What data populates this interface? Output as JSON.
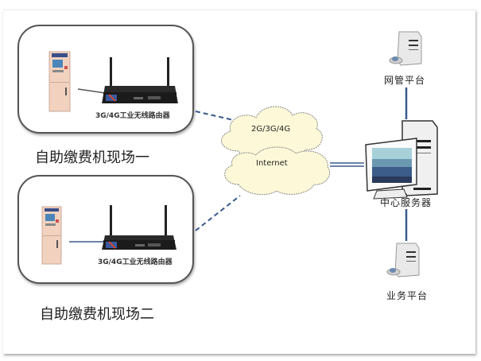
{
  "diagram": {
    "sites": [
      {
        "label": "自助缴费机现场一",
        "router_label": "3G/4G工业无线路由器",
        "kiosk": "self-service-kiosk",
        "router": "industrial-4g-router"
      },
      {
        "label": "自助缴费机现场二",
        "router_label": "3G/4G工业无线路由器",
        "kiosk": "self-service-kiosk",
        "router": "industrial-4g-router"
      }
    ],
    "clouds": [
      {
        "label": "2G/3G/4G"
      },
      {
        "label": "Internet"
      }
    ],
    "nodes": {
      "network_mgmt": {
        "label": "网管平台"
      },
      "center_server": {
        "label": "中心服务器"
      },
      "business_platform": {
        "label": "业务平台"
      }
    },
    "colors": {
      "link": "#3a5a8c",
      "cloud_fill": "#fdf9d8",
      "box_border": "#555555"
    }
  }
}
